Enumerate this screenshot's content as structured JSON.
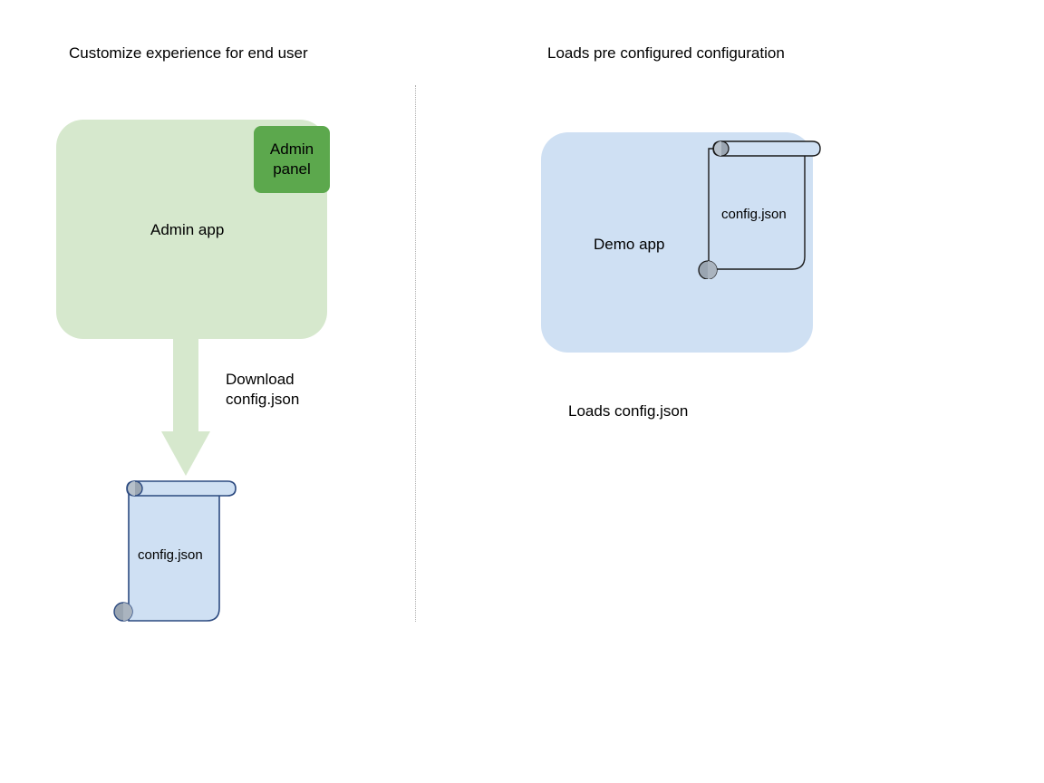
{
  "diagram": {
    "background_color": "#ffffff",
    "headings": {
      "left": "Customize experience for end user",
      "right": "Loads pre configured configuration"
    },
    "divider": {
      "style": "dotted-vertical",
      "color": "#b3b3b3"
    },
    "left_column": {
      "app": {
        "label": "Admin app",
        "fill_color": "#d6e8cd"
      },
      "panel": {
        "label": "Admin panel",
        "fill_color": "#5ca84d"
      },
      "arrow": {
        "label_line1": "Download",
        "label_line2": "config.json",
        "fill_color": "#d6e8cd"
      },
      "document": {
        "label": "config.json",
        "fill_color": "#cfe0f3",
        "stroke_color": "#2c4a80",
        "curl_color": "#9aa5b1"
      }
    },
    "right_column": {
      "app": {
        "label": "Demo app",
        "fill_color": "#cfe0f3"
      },
      "document": {
        "label": "config.json",
        "fill_color": "#cfe0f3",
        "stroke_color": "#1a1a1a",
        "curl_color": "#9aa5b1"
      },
      "caption": "Loads config.json"
    }
  }
}
